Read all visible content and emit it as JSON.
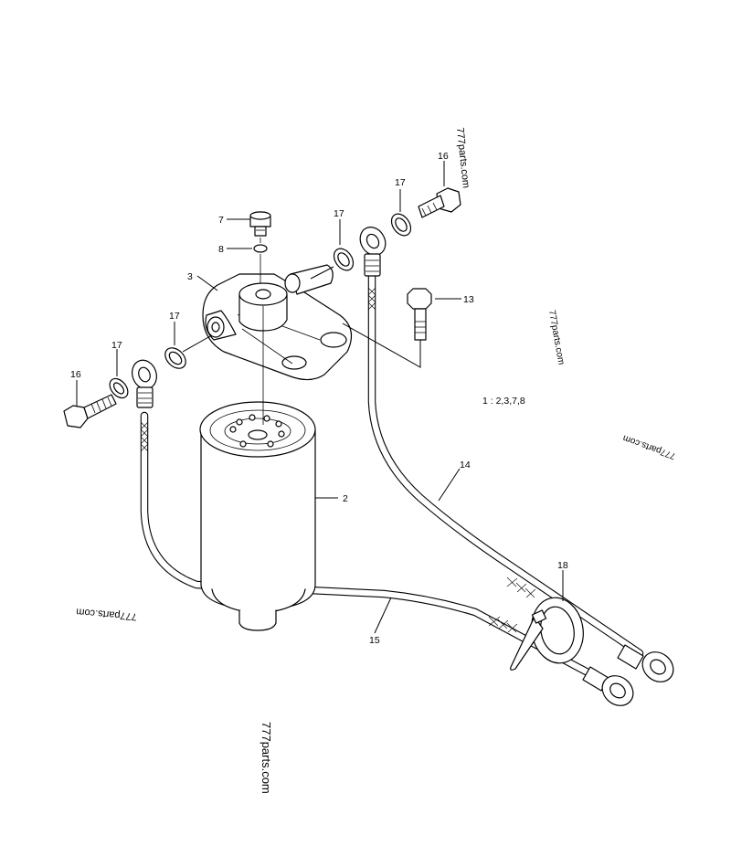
{
  "callouts": {
    "p2": "2",
    "p3": "3",
    "p7": "7",
    "p8": "8",
    "p13": "13",
    "p14": "14",
    "p15": "15",
    "p16_left": "16",
    "p16_top": "16",
    "p17_a": "17",
    "p17_b": "17",
    "p17_c": "17",
    "p17_d": "17",
    "p18": "18"
  },
  "note": "1 : 2,3,7,8",
  "watermarks": {
    "top": "777parts.com",
    "right_upper": "777parts.com",
    "right_mid": "777parts.com",
    "left": "777parts.com",
    "bottom": "777parts.com"
  }
}
